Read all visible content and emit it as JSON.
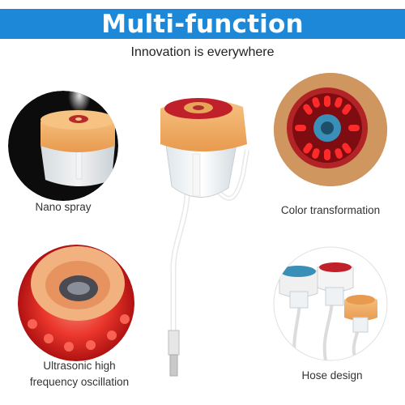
{
  "header": {
    "title": "Multi-function",
    "subtitle": "Innovation is everywhere"
  },
  "features": {
    "nano_spray": "Nano spray",
    "color_transformation": "Color transformation",
    "ultrasonic_line1": "Ultrasonic high",
    "ultrasonic_line2": "frequency oscillation",
    "hose_design": "Hose design"
  },
  "colors": {
    "banner": "#1e88d8",
    "cap_orange": "#f2b36a",
    "cap_red": "#c0202a",
    "led_red": "#ff3030",
    "nozzle_blue": "#3a8fb8"
  }
}
